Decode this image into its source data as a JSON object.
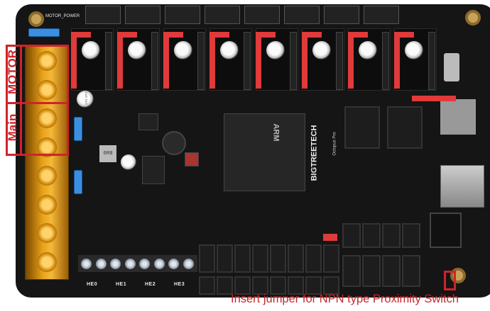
{
  "board": {
    "brand": "BIGTREETECH",
    "model": "Octopus Pro",
    "motor_power_label": "MOTOR_POWER",
    "mcu_marking": "ARM",
    "heater_labels": [
      "HE0",
      "HE1",
      "HE2",
      "HE3"
    ],
    "capacitor_marking": "100 35V",
    "inductor_marking": "6R8"
  },
  "annotations": {
    "motor_label": "MOTOR",
    "main_label": "Main",
    "jumper_note": "Insert jumper for NPN type Proximity Switch",
    "color": "#d0232a"
  }
}
